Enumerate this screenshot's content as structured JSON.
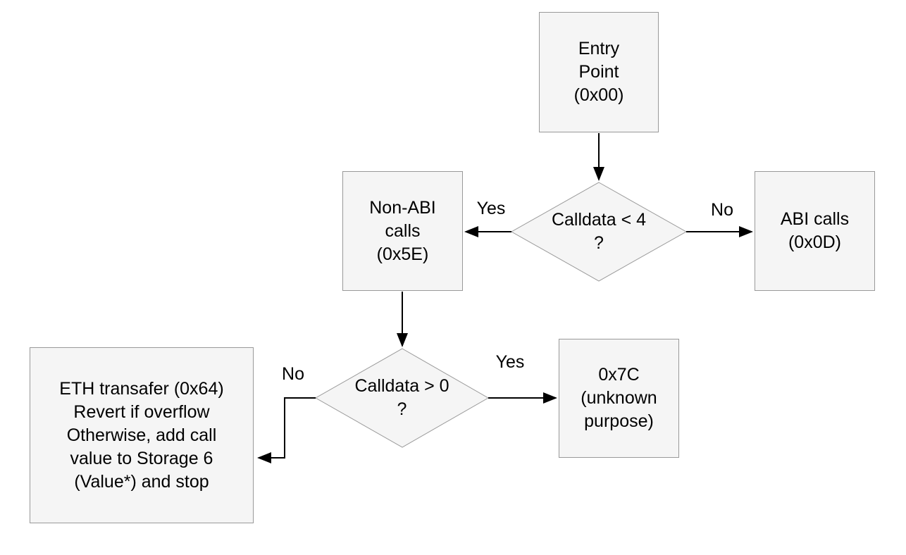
{
  "diagram": {
    "title": "EVM contract dispatch flowchart",
    "nodes": {
      "entry_point": {
        "label": "Entry\nPoint\n(0x00)"
      },
      "decision_calldata_lt_4": {
        "label": "Calldata < 4\n?"
      },
      "non_abi_calls": {
        "label": "Non-ABI\ncalls\n(0x5E)"
      },
      "abi_calls": {
        "label": "ABI calls\n(0x0D)"
      },
      "decision_calldata_gt_0": {
        "label": "Calldata > 0\n?"
      },
      "unknown_7c": {
        "label": "0x7C\n(unknown\npurpose)"
      },
      "eth_transfer": {
        "label": "ETH transafer (0x64)\nRevert if overflow\nOtherwise, add call\nvalue to Storage 6\n(Value*) and stop"
      }
    },
    "edge_labels": {
      "lt4_yes": "Yes",
      "lt4_no": "No",
      "gt0_yes": "Yes",
      "gt0_no": "No"
    },
    "colors": {
      "node_fill": "#f5f5f5",
      "node_border": "#999999",
      "connector": "#000000",
      "text": "#000000",
      "background": "#ffffff"
    }
  }
}
